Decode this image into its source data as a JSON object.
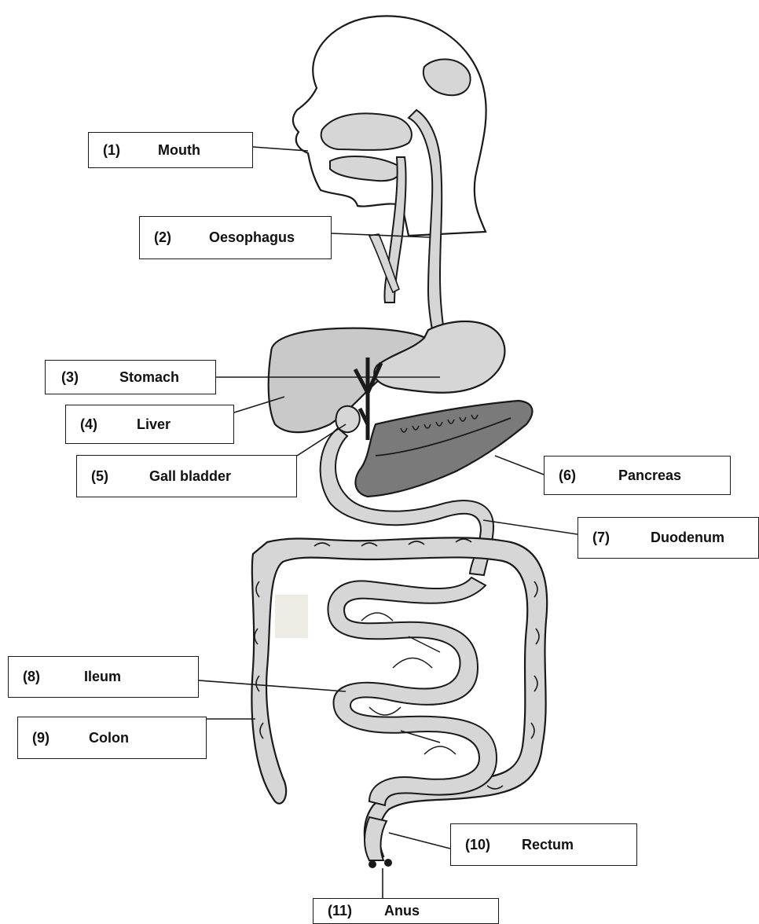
{
  "labels": [
    {
      "id": "mouth",
      "number": "(1)",
      "name": "Mouth"
    },
    {
      "id": "oesophagus",
      "number": "(2)",
      "name": "Oesophagus"
    },
    {
      "id": "stomach",
      "number": "(3)",
      "name": "Stomach"
    },
    {
      "id": "liver",
      "number": "(4)",
      "name": "Liver"
    },
    {
      "id": "gall-bladder",
      "number": "(5)",
      "name": "Gall bladder"
    },
    {
      "id": "pancreas",
      "number": "(6)",
      "name": "Pancreas"
    },
    {
      "id": "duodenum",
      "number": "(7)",
      "name": "Duodenum"
    },
    {
      "id": "ileum",
      "number": "(8)",
      "name": "Ileum"
    },
    {
      "id": "colon",
      "number": "(9)",
      "name": "Colon"
    },
    {
      "id": "rectum",
      "number": "(10)",
      "name": "Rectum"
    },
    {
      "id": "anus",
      "number": "(11)",
      "name": "Anus"
    }
  ],
  "colors": {
    "outline": "#1a1a1a",
    "organ_fill": "#d6d6d6",
    "liver_fill": "#c9c9c9",
    "pancreas_fill": "#7a7a7a",
    "tone_patch": "#ecebe4"
  }
}
